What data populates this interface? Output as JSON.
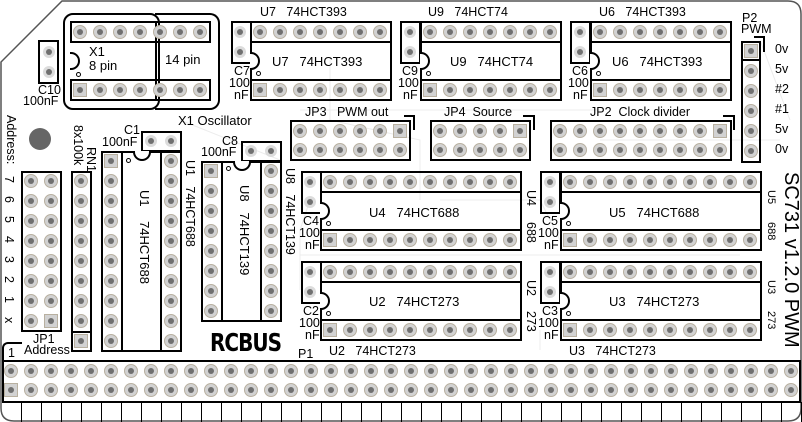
{
  "board": {
    "title": "SC731 v1.2.0 PWM",
    "logo": "RCBUS",
    "colors": {
      "silkscreen": "#000000",
      "pad_ring": "#d2d2d2",
      "pad_hole": "#707070",
      "background": "#ffffff",
      "trace_ghost": "#e6e6e6"
    }
  },
  "oscillator": {
    "ref": "X1",
    "size8": "8 pin",
    "size14": "14 pin",
    "label": "X1 Oscillator"
  },
  "capacitors": [
    {
      "ref": "C10",
      "value": "100nF"
    },
    {
      "ref": "C7",
      "value1": "100",
      "value2": "nF"
    },
    {
      "ref": "C9",
      "value1": "100",
      "value2": "nF"
    },
    {
      "ref": "C6",
      "value1": "100",
      "value2": "nF"
    },
    {
      "ref": "C1",
      "value": "100nF"
    },
    {
      "ref": "C8",
      "value": "100nF"
    },
    {
      "ref": "C4",
      "value1": "100",
      "value2": "nF"
    },
    {
      "ref": "C5",
      "value1": "100",
      "value2": "nF"
    },
    {
      "ref": "C2",
      "value1": "100",
      "value2": "nF"
    },
    {
      "ref": "C3",
      "value1": "100",
      "value2": "nF"
    }
  ],
  "chips": {
    "U7": {
      "ref": "U7",
      "part": "74HCT393",
      "top_label": "U7   74HCT393"
    },
    "U9": {
      "ref": "U9",
      "part": "74HCT74",
      "top_label": "U9   74HCT74"
    },
    "U6": {
      "ref": "U6",
      "part": "74HCT393",
      "top_label": "U6   74HCT393"
    },
    "U1": {
      "ref": "U1",
      "part": "74HCT688",
      "side_label": "U1   74HCT688"
    },
    "U8": {
      "ref": "U8",
      "part": "74HCT139",
      "side_label": "U8   74HCT139"
    },
    "U4": {
      "ref": "U4",
      "part": "74HCT688",
      "side_ref": "U4",
      "side_part": "688"
    },
    "U5": {
      "ref": "U5",
      "part": "74HCT688",
      "side_ref": "U5",
      "side_part": "688"
    },
    "U2": {
      "ref": "U2",
      "part": "74HCT273",
      "side_ref": "U2",
      "side_part": "273",
      "bottom_label": "U2   74HCT273"
    },
    "U3": {
      "ref": "U3",
      "part": "74HCT273",
      "side_ref": "U3",
      "side_part": "273",
      "bottom_label": "U3   74HCT273"
    }
  },
  "jumpers": {
    "JP3": {
      "label": "JP3   PWM out"
    },
    "JP4": {
      "label": "JP4  Source"
    },
    "JP2": {
      "label": "JP2  Clock divider"
    },
    "JP1": {
      "ref": "JP1",
      "label": "Address"
    }
  },
  "resistor_network": {
    "ref": "RN1",
    "value": "8x100k"
  },
  "address": {
    "heading": "Address:",
    "bits": [
      "7",
      "6",
      "5",
      "4",
      "3",
      "2",
      "1",
      "x"
    ]
  },
  "p2": {
    "ref": "P2",
    "name": "PWM",
    "pins": [
      "0v",
      "5v",
      "#2",
      "#1",
      "5v",
      "0v"
    ]
  },
  "p1": {
    "ref": "P1",
    "pin1_marker": "1"
  }
}
